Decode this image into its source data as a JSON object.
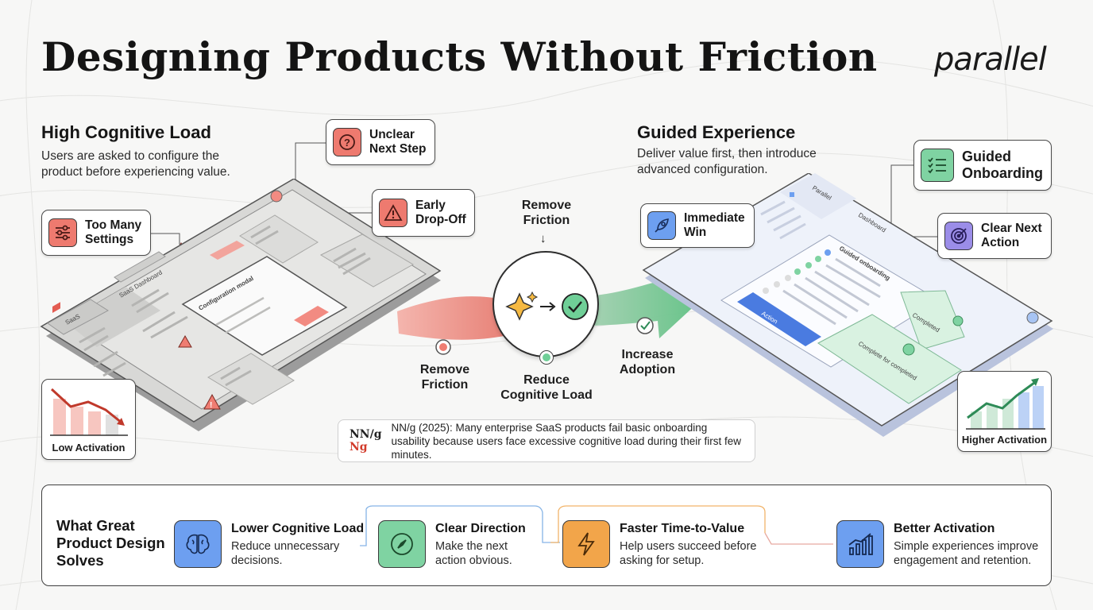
{
  "title": "Designing Products Without Friction",
  "logo": "parallel",
  "left": {
    "heading": "High Cognitive Load",
    "description": "Users are asked to configure the product before experiencing value.",
    "callouts": {
      "unclear": "Unclear Next Step",
      "dropoff": "Early Drop-Off",
      "settings": "Too Many Settings"
    },
    "chart_caption": "Low Activation",
    "mock": {
      "brand": "SaaS",
      "dashboard": "SaaS Dashboard",
      "modal": "Configuration modal"
    }
  },
  "right": {
    "heading": "Guided Experience",
    "description": "Deliver value first, then introduce advanced configuration.",
    "callouts": {
      "onboarding": "Guided Onboarding",
      "win": "Immediate Win",
      "next": "Clear Next Action"
    },
    "chart_caption": "Higher Activation",
    "mock": {
      "brand": "Parallel",
      "dashboard": "Dashboard",
      "guide": "Guided onboarding",
      "action": "Action",
      "completed1": "Completed",
      "completed2": "Complete for completed"
    }
  },
  "flow": {
    "top": "Remove Friction",
    "left": "Remove Friction",
    "center": "Reduce Cognitive Load",
    "right": "Increase Adoption"
  },
  "quote": {
    "logo_top": "NN/g",
    "logo_bottom": "Ng",
    "text": "NN/g (2025): Many enterprise SaaS products fail basic onboarding usability because users face excessive cognitive load during their first few minutes."
  },
  "solves": {
    "title": "What Great Product Design Solves",
    "items": [
      {
        "title": "Lower Cognitive Load",
        "desc": "Reduce unnecessary decisions.",
        "icon": "brain-icon",
        "color": "#6d9ff0"
      },
      {
        "title": "Clear Direction",
        "desc": "Make the next action obvious.",
        "icon": "compass-icon",
        "color": "#7fd3a2"
      },
      {
        "title": "Faster Time-to-Value",
        "desc": "Help users succeed before asking for setup.",
        "icon": "lightning-icon",
        "color": "#f2a54a"
      },
      {
        "title": "Better Activation",
        "desc": "Simple experiences improve engagement and retention.",
        "icon": "growth-chart-icon",
        "color": "#6d9ff0"
      }
    ]
  }
}
